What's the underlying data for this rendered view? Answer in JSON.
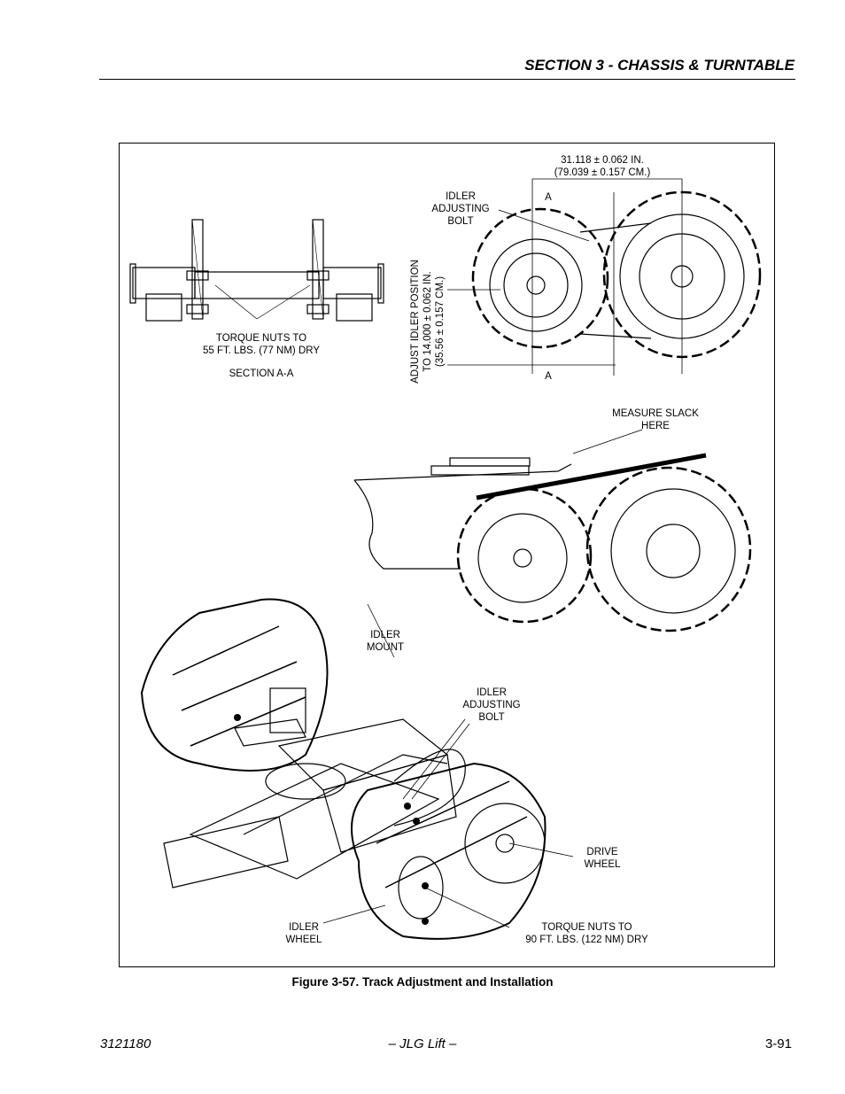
{
  "header": {
    "section": "SECTION 3 - CHASSIS & TURNTABLE"
  },
  "figure": {
    "caption": "Figure 3-57.  Track Adjustment and Installation",
    "labels": {
      "torque_55": "TORQUE NUTS TO\n55 FT. LBS. (77 NM) DRY",
      "section_aa": "SECTION A-A",
      "idler_adjusting_bolt_top": "IDLER\nADJUSTING\nBOLT",
      "dimension_width": "31.118 ± 0.062 IN.\n(79.039 ± 0.157 CM.)",
      "marker_a_top": "A",
      "marker_a_bottom": "A",
      "adjust_idler_position": "ADJUST IDLER POSITION\nTO 14.000 ± 0.062 IN.\n(35.56 ± 0.157 CM.)",
      "measure_slack": "MEASURE SLACK\nHERE",
      "idler_mount": "IDLER\nMOUNT",
      "idler_adjusting_bolt_bottom": "IDLER\nADJUSTING\nBOLT",
      "drive_wheel": "DRIVE\nWHEEL",
      "idler_wheel": "IDLER\nWHEEL",
      "torque_90": "TORQUE NUTS TO\n90 FT. LBS. (122 NM) DRY"
    }
  },
  "footer": {
    "doc_number": "3121180",
    "brand": "– JLG Lift –",
    "page_number": "3-91"
  }
}
